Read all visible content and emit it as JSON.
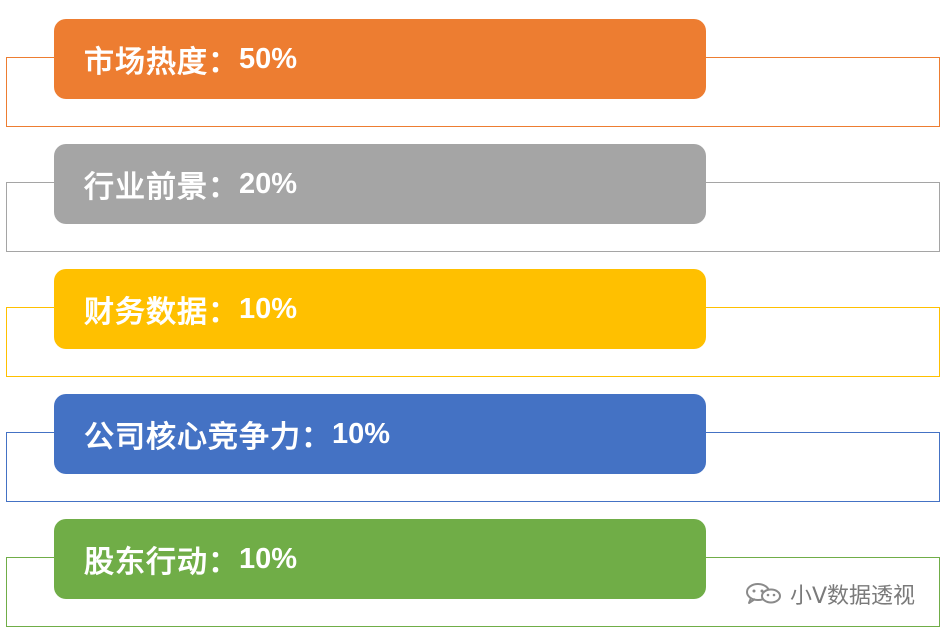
{
  "items": [
    {
      "name": "市场热度：",
      "value": "50%",
      "color": "#ed7d31"
    },
    {
      "name": "行业前景：",
      "value": "20%",
      "color": "#a5a5a5"
    },
    {
      "name": "财务数据：",
      "value": "10%",
      "color": "#ffc000"
    },
    {
      "name": "公司核心竞争力：",
      "value": "10%",
      "color": "#4472c4"
    },
    {
      "name": "股东行动：",
      "value": "10%",
      "color": "#70ad47"
    }
  ],
  "watermark": {
    "icon": "wechat-icon",
    "text": "小V数据透视"
  }
}
